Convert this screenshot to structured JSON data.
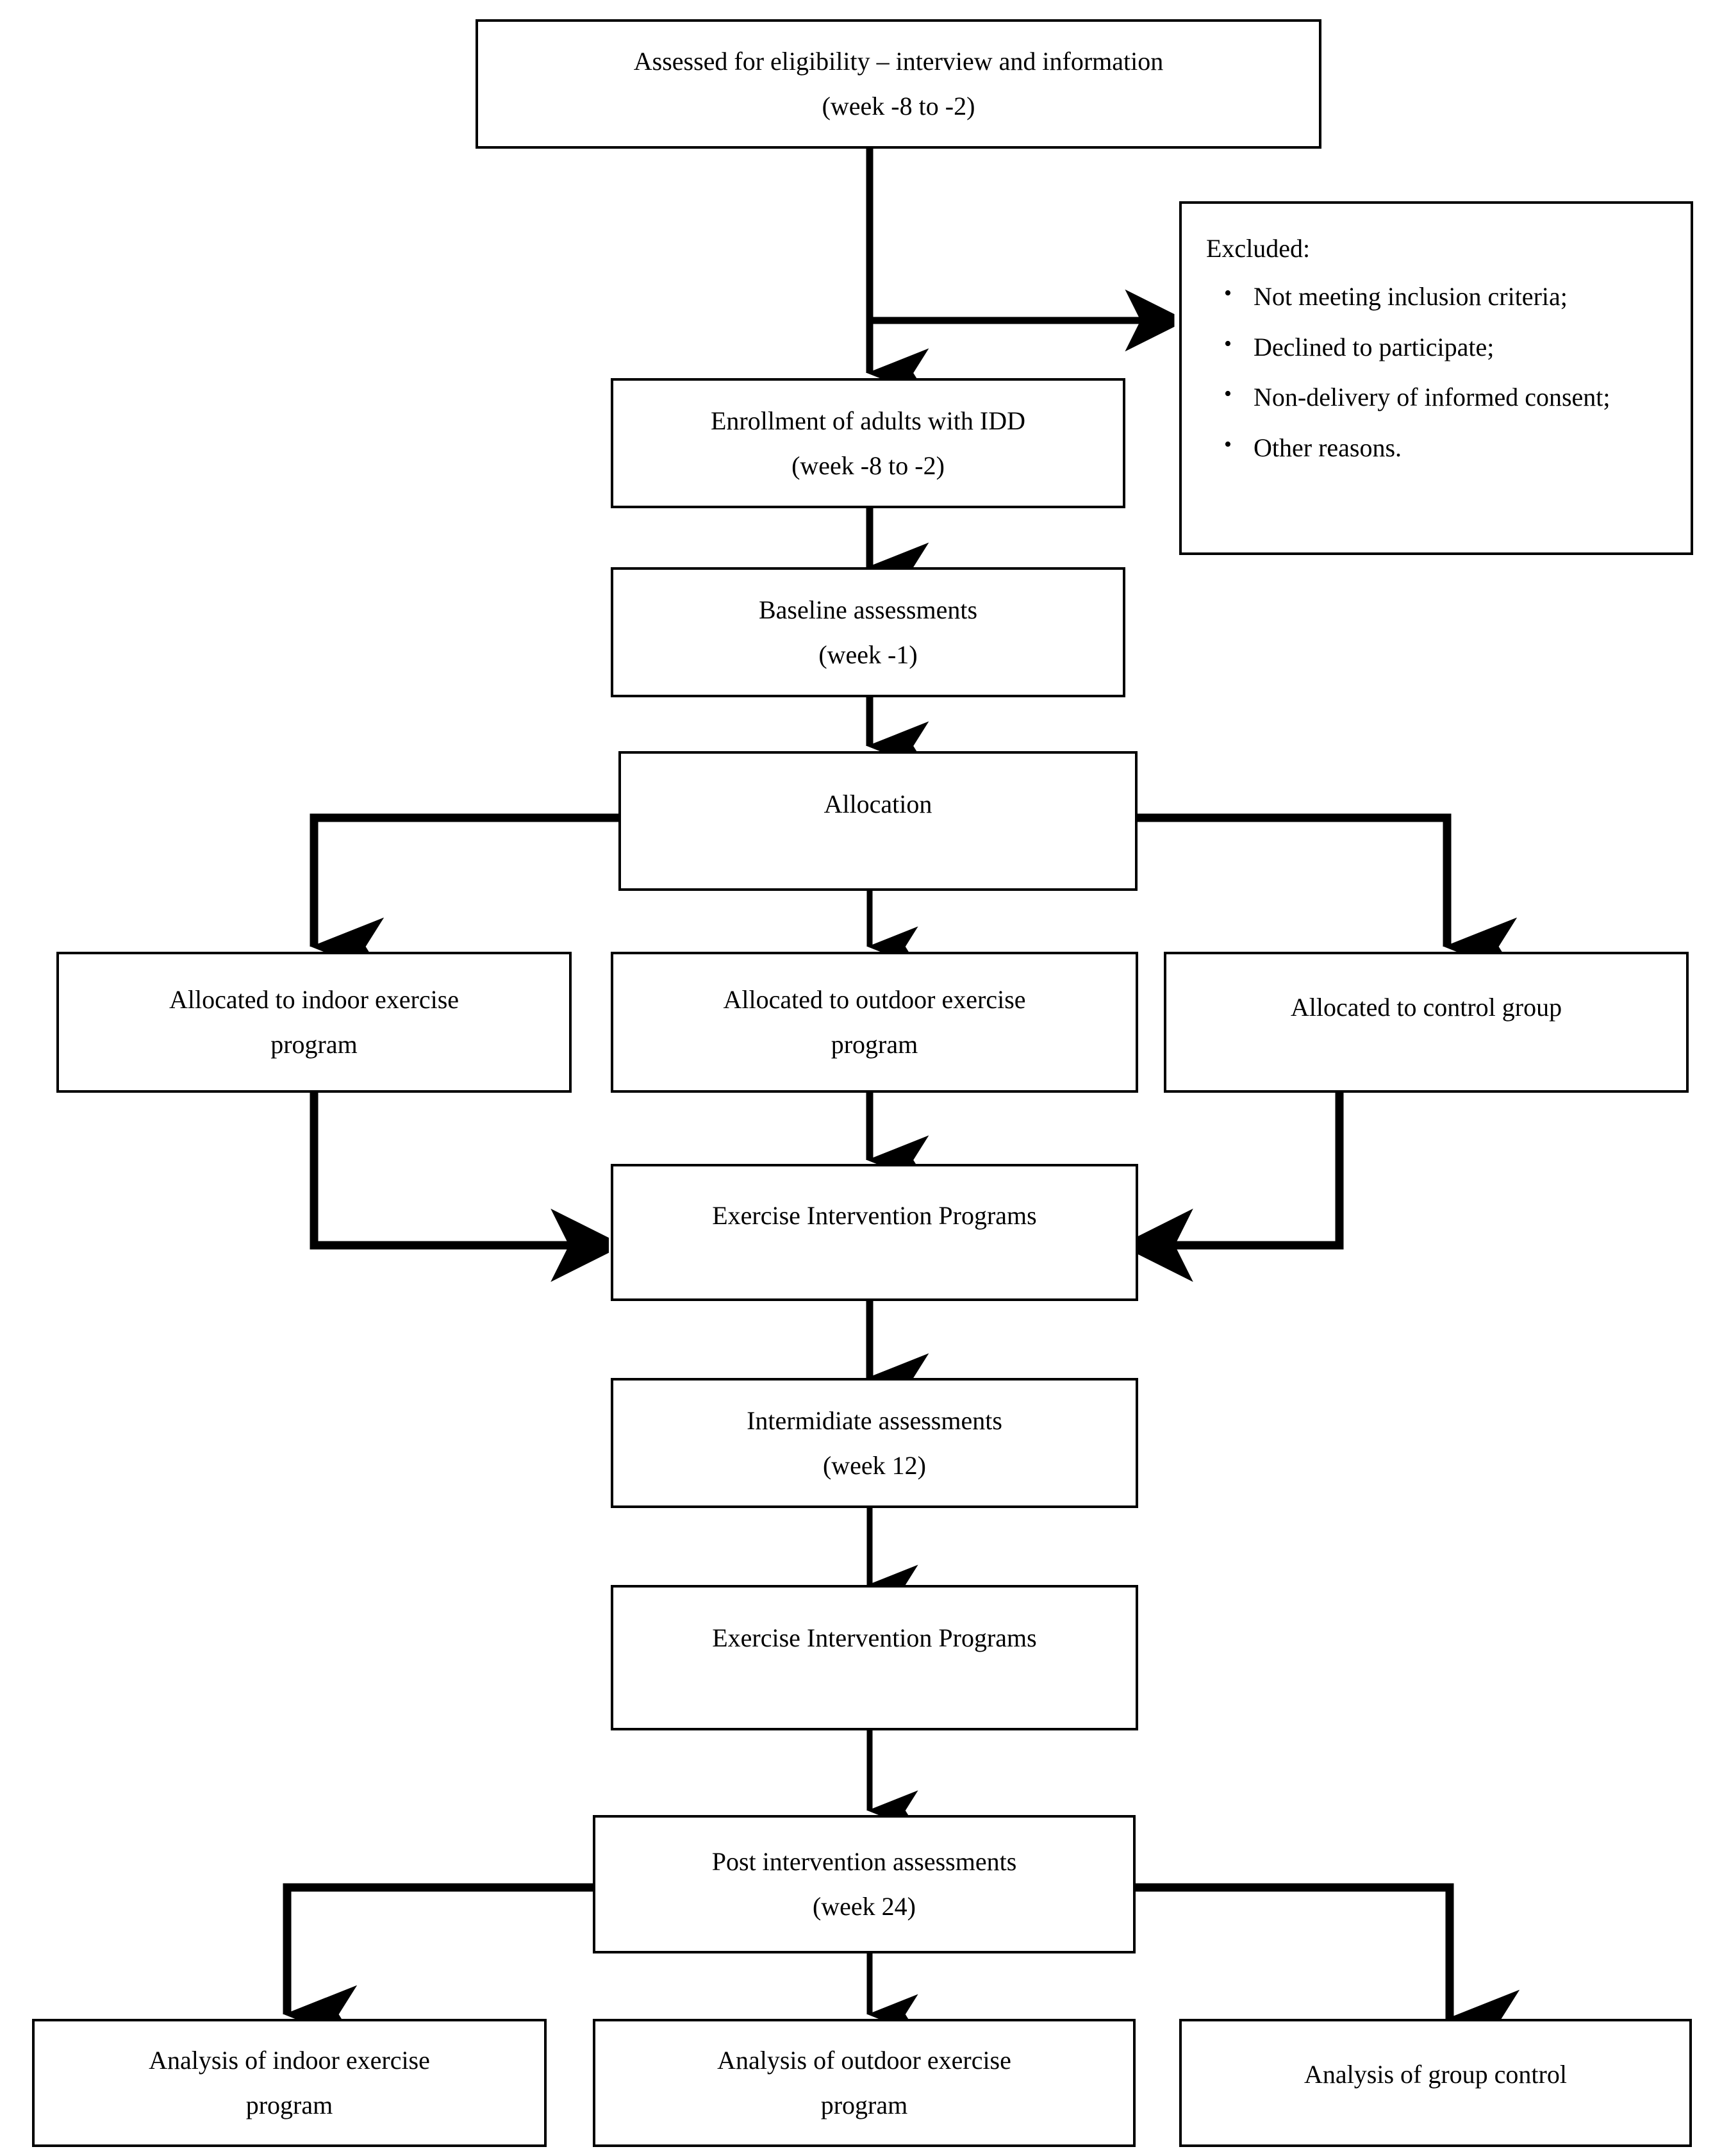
{
  "diagram": {
    "type": "flowchart",
    "title": "CONSORT-style study flow diagram",
    "colors": {
      "stroke": "#000000",
      "fill": "#ffffff",
      "text": "#000000"
    },
    "nodes": {
      "eligibility": {
        "line1": "Assessed for eligibility – interview and information",
        "line2": "(week -8 to -2)"
      },
      "excluded": {
        "title": "Excluded:",
        "items": [
          "Not meeting inclusion criteria;",
          "Declined to participate;",
          "Non-delivery of informed consent;",
          "Other reasons."
        ]
      },
      "enrollment": {
        "line1": "Enrollment of adults with IDD",
        "line2": "(week -8 to -2)"
      },
      "baseline": {
        "line1": "Baseline assessments",
        "line2": "(week -1)"
      },
      "allocation": {
        "line1": "Allocation",
        "line2": ""
      },
      "alloc_indoor": {
        "line1": "Allocated to indoor exercise",
        "line2": "program"
      },
      "alloc_outdoor": {
        "line1": "Allocated to outdoor exercise",
        "line2": "program"
      },
      "alloc_control": {
        "line1": "Allocated to control group",
        "line2": ""
      },
      "intervention_1": {
        "line1": "Exercise Intervention Programs",
        "line2": ""
      },
      "intermidiate": {
        "line1": "Intermidiate assessments",
        "line2": "(week 12)"
      },
      "intervention_2": {
        "line1": "Exercise Intervention Programs",
        "line2": ""
      },
      "post": {
        "line1": "Post intervention assessments",
        "line2": "(week 24)"
      },
      "analysis_indoor": {
        "line1": "Analysis of indoor exercise",
        "line2": "program"
      },
      "analysis_outdoor": {
        "line1": "Analysis of outdoor exercise",
        "line2": "program"
      },
      "analysis_control": {
        "line1": "Analysis of group control",
        "line2": ""
      }
    },
    "edges": [
      {
        "from": "eligibility",
        "to": "excluded",
        "style": "elbow-right"
      },
      {
        "from": "eligibility",
        "to": "enrollment",
        "style": "straight-down"
      },
      {
        "from": "enrollment",
        "to": "baseline",
        "style": "straight-down"
      },
      {
        "from": "baseline",
        "to": "allocation",
        "style": "straight-down"
      },
      {
        "from": "allocation",
        "to": "alloc_indoor",
        "style": "elbow-left-down"
      },
      {
        "from": "allocation",
        "to": "alloc_outdoor",
        "style": "straight-down"
      },
      {
        "from": "allocation",
        "to": "alloc_control",
        "style": "elbow-right-down"
      },
      {
        "from": "alloc_indoor",
        "to": "intervention_1",
        "style": "elbow-down-right"
      },
      {
        "from": "alloc_outdoor",
        "to": "intervention_1",
        "style": "straight-down"
      },
      {
        "from": "alloc_control",
        "to": "intervention_1",
        "style": "elbow-down-left"
      },
      {
        "from": "intervention_1",
        "to": "intermidiate",
        "style": "straight-down"
      },
      {
        "from": "intermidiate",
        "to": "intervention_2",
        "style": "straight-down"
      },
      {
        "from": "intervention_2",
        "to": "post",
        "style": "straight-down"
      },
      {
        "from": "post",
        "to": "analysis_indoor",
        "style": "elbow-left-down"
      },
      {
        "from": "post",
        "to": "analysis_outdoor",
        "style": "straight-down"
      },
      {
        "from": "post",
        "to": "analysis_control",
        "style": "elbow-right-down"
      }
    ]
  }
}
